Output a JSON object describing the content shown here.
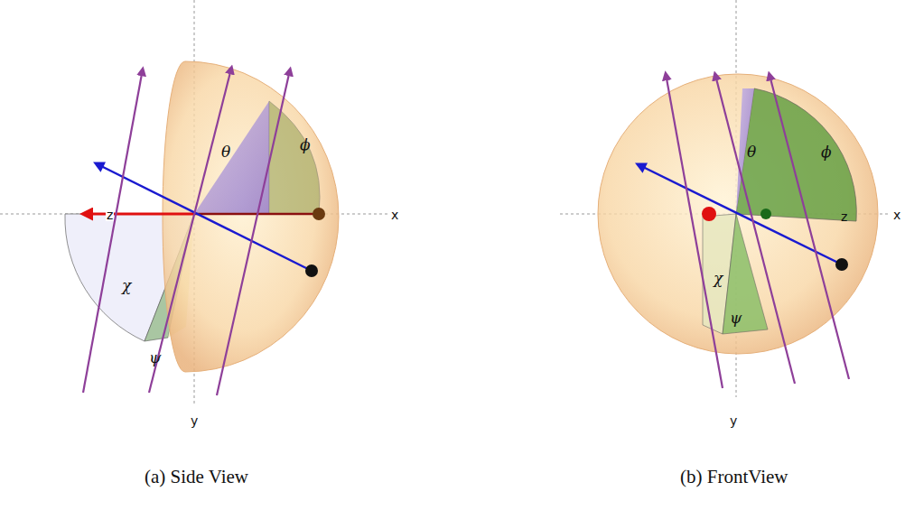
{
  "diagram": {
    "labels": [
      "θ",
      "ϕ",
      "z",
      "x",
      "χ",
      "ψ",
      "y",
      "(a) Side View",
      "θ",
      "ϕ",
      "z",
      "x",
      "χ",
      "ψ",
      "y",
      "(b) FrontView"
    ]
  }
}
